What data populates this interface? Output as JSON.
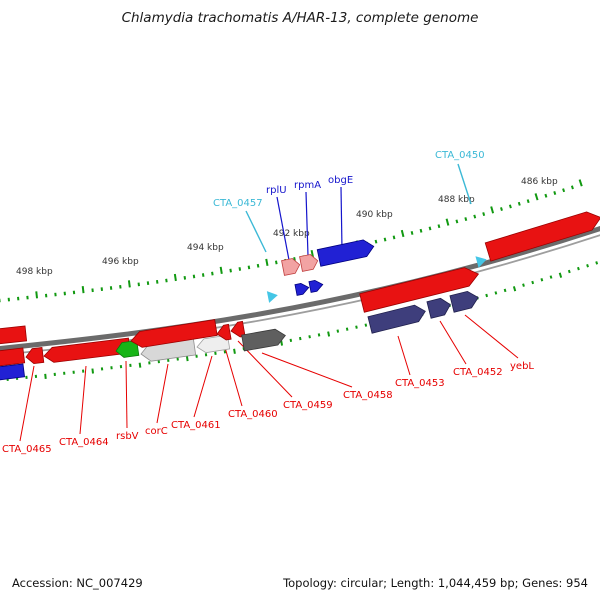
{
  "title": "Chlamydia trachomatis A/HAR-13, complete genome",
  "ruler": {
    "unit": "kbp",
    "tick_labels": [
      "498 kbp",
      "496 kbp",
      "494 kbp",
      "492 kbp",
      "490 kbp",
      "488 kbp",
      "486 kbp"
    ]
  },
  "labels": {
    "top": [
      {
        "text": "CTA_0457",
        "color": "#3cb9d6"
      },
      {
        "text": "rplU",
        "color": "#1515cc"
      },
      {
        "text": "rpmA",
        "color": "#1515cc"
      },
      {
        "text": "obgE",
        "color": "#1515cc"
      },
      {
        "text": "CTA_0450",
        "color": "#3cb9d6"
      }
    ],
    "bottom": [
      {
        "text": "CTA_0465",
        "color": "#e60000"
      },
      {
        "text": "CTA_0464",
        "color": "#e60000"
      },
      {
        "text": "rsbV",
        "color": "#e60000"
      },
      {
        "text": "corC",
        "color": "#e60000"
      },
      {
        "text": "CTA_0461",
        "color": "#e60000"
      },
      {
        "text": "CTA_0460",
        "color": "#e60000"
      },
      {
        "text": "CTA_0459",
        "color": "#e60000"
      },
      {
        "text": "CTA_0458",
        "color": "#e60000"
      },
      {
        "text": "CTA_0453",
        "color": "#e60000"
      },
      {
        "text": "CTA_0452",
        "color": "#e60000"
      },
      {
        "text": "yebL",
        "color": "#e60000"
      }
    ]
  },
  "genes": [
    {
      "name": "CTA_0465",
      "glyph_color": "red",
      "strand": "reverse"
    },
    {
      "name": "CTA_0464",
      "glyph_color": "red",
      "strand": "reverse"
    },
    {
      "name": "rsbV",
      "glyph_color": "green",
      "strand": "reverse"
    },
    {
      "name": "corC",
      "glyph_color": "light-gray",
      "strand": "reverse"
    },
    {
      "name": "CTA_0461",
      "glyph_color": "pale-gray",
      "strand": "reverse"
    },
    {
      "name": "CTA_0460",
      "glyph_color": "red",
      "strand": "reverse"
    },
    {
      "name": "CTA_0459",
      "glyph_color": "red",
      "strand": "reverse"
    },
    {
      "name": "CTA_0458",
      "glyph_color": "dark-gray",
      "strand": "forward"
    },
    {
      "name": "rplU",
      "glyph_color": "pink",
      "strand": "forward"
    },
    {
      "name": "rpmA",
      "glyph_color": "pink",
      "strand": "forward"
    },
    {
      "name": "obgE",
      "glyph_color": "blue",
      "strand": "forward"
    },
    {
      "name": "CTA_0453",
      "glyph_color": "navy",
      "strand": "forward"
    },
    {
      "name": "CTA_0452",
      "glyph_color": "navy",
      "strand": "forward"
    },
    {
      "name": "yebL",
      "glyph_color": "navy",
      "strand": "forward"
    },
    {
      "name": "CTA_0457",
      "glyph_color": "cyan-marker",
      "strand": "marker"
    },
    {
      "name": "CTA_0450",
      "glyph_color": "cyan-marker",
      "strand": "marker"
    }
  ],
  "status_bar": {
    "accession": "Accession: NC_007429",
    "summary": "Topology: circular; Length: 1,044,459 bp; Genes: 954"
  },
  "colors": {
    "gene_red": "#e81212",
    "gene_blue": "#2121d4",
    "gene_pink": "#f2a3a3",
    "gene_green": "#17b517",
    "gene_gray_light": "#d8d8d8",
    "gene_gray_pale": "#eeeeee",
    "gene_gray_dark": "#5f5f5f",
    "gene_navy": "#3e3e7c",
    "marker_cyan": "#45c6e6",
    "tick_green": "#119911",
    "backbone_gray": "#6b6b6b"
  }
}
